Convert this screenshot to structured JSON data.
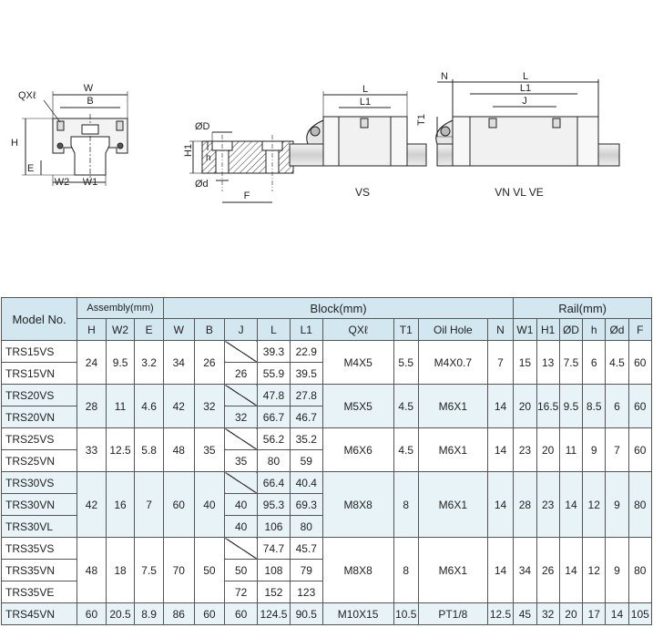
{
  "drawing_labels": {
    "cross_section": {
      "w": "W",
      "b": "B",
      "qxl": "QXℓ",
      "h": "H",
      "e": "E",
      "w2": "W2",
      "w1": "W1"
    },
    "rail": {
      "od": "ØD",
      "h1": "H1",
      "t": "h",
      "d": "Ød",
      "f": "F"
    },
    "vs": {
      "l": "L",
      "l1": "L1",
      "caption": "VS"
    },
    "vn": {
      "n": "N",
      "t1": "T1",
      "l": "L",
      "l1": "L1",
      "j": "J",
      "caption": "VN  VL  VE"
    }
  },
  "table": {
    "model_header": "Model No.",
    "groups": {
      "assembly": "Assembly(mm)",
      "block": "Block(mm)",
      "rail": "Rail(mm)"
    },
    "columns": {
      "assembly": [
        "H",
        "W2",
        "E"
      ],
      "block": [
        "W",
        "B",
        "J",
        "L",
        "L1",
        "QXℓ",
        "T1",
        "Oil Hole",
        "N"
      ],
      "rail": [
        "W1",
        "H1",
        "ØD",
        "h",
        "Ød",
        "F"
      ]
    },
    "rows": [
      {
        "models": [
          "TRS15VS",
          "TRS15VN"
        ],
        "H": "24",
        "W2": "9.5",
        "E": "3.2",
        "W": "34",
        "B": "26",
        "J": [
          "",
          "26"
        ],
        "L": [
          "39.3",
          "55.9"
        ],
        "L1": [
          "22.9",
          "39.5"
        ],
        "QXl": "M4X5",
        "T1": "5.5",
        "oil": "M4X0.7",
        "N": "7",
        "W1": "15",
        "H1": "13",
        "OD": "7.5",
        "h": "6",
        "Od": "4.5",
        "F": "60"
      },
      {
        "models": [
          "TRS20VS",
          "TRS20VN"
        ],
        "H": "28",
        "W2": "11",
        "E": "4.6",
        "W": "42",
        "B": "32",
        "J": [
          "",
          "32"
        ],
        "L": [
          "47.8",
          "66.7"
        ],
        "L1": [
          "27.8",
          "46.7"
        ],
        "QXl": "M5X5",
        "T1": "4.5",
        "oil": "M6X1",
        "N": "14",
        "W1": "20",
        "H1": "16.5",
        "OD": "9.5",
        "h": "8.5",
        "Od": "6",
        "F": "60"
      },
      {
        "models": [
          "TRS25VS",
          "TRS25VN"
        ],
        "H": "33",
        "W2": "12.5",
        "E": "5.8",
        "W": "48",
        "B": "35",
        "J": [
          "",
          "35"
        ],
        "L": [
          "56.2",
          "80"
        ],
        "L1": [
          "35.2",
          "59"
        ],
        "QXl": "M6X6",
        "T1": "4.5",
        "oil": "M6X1",
        "N": "14",
        "W1": "23",
        "H1": "20",
        "OD": "11",
        "h": "9",
        "Od": "7",
        "F": "60"
      },
      {
        "models": [
          "TRS30VS",
          "TRS30VN",
          "TRS30VL"
        ],
        "H": "42",
        "W2": "16",
        "E": "7",
        "W": "60",
        "B": "40",
        "J": [
          "",
          "40",
          "40"
        ],
        "L": [
          "66.4",
          "95.3",
          "106"
        ],
        "L1": [
          "40.4",
          "69.3",
          "80"
        ],
        "QXl": "M8X8",
        "T1": "8",
        "oil": "M6X1",
        "N": "14",
        "W1": "28",
        "H1": "23",
        "OD": "14",
        "h": "12",
        "Od": "9",
        "F": "80"
      },
      {
        "models": [
          "TRS35VS",
          "TRS35VN",
          "TRS35VE"
        ],
        "H": "48",
        "W2": "18",
        "E": "7.5",
        "W": "70",
        "B": "50",
        "J": [
          "",
          "50",
          "72"
        ],
        "L": [
          "74.7",
          "108",
          "152"
        ],
        "L1": [
          "45.7",
          "79",
          "123"
        ],
        "QXl": "M8X8",
        "T1": "8",
        "oil": "M6X1",
        "N": "14",
        "W1": "34",
        "H1": "26",
        "OD": "14",
        "h": "12",
        "Od": "9",
        "F": "80"
      },
      {
        "models": [
          "TRS45VN"
        ],
        "H": "60",
        "W2": "20.5",
        "E": "8.9",
        "W": "86",
        "B": "60",
        "J": [
          "60"
        ],
        "L": [
          "124.5"
        ],
        "L1": [
          "90.5"
        ],
        "QXl": "M10X15",
        "T1": "10.5",
        "oil": "PT1/8",
        "N": "12.5",
        "W1": "45",
        "H1": "32",
        "OD": "20",
        "h": "17",
        "Od": "14",
        "F": "105"
      }
    ]
  }
}
